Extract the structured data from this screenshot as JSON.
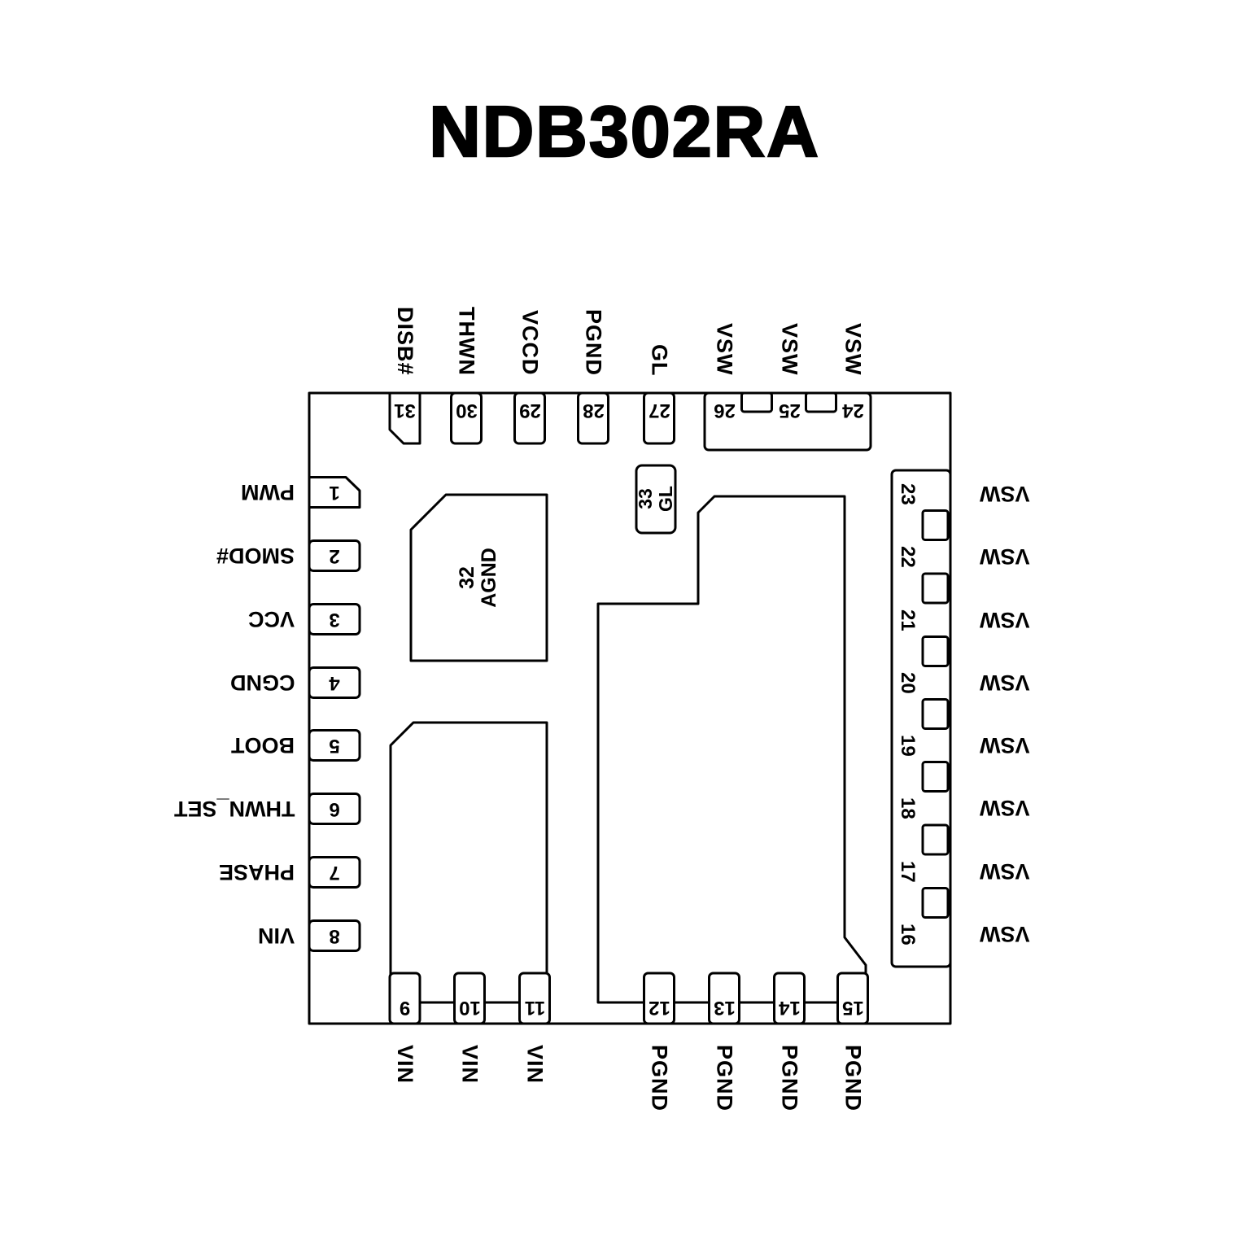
{
  "title": "NDB302RA",
  "package": {
    "top_pins": [
      {
        "number": "31",
        "label": "DISB#"
      },
      {
        "number": "30",
        "label": "THWN"
      },
      {
        "number": "29",
        "label": "VCCD"
      },
      {
        "number": "28",
        "label": "PGND"
      },
      {
        "number": "27",
        "label": "GL"
      },
      {
        "number": "26",
        "label": "VSW"
      },
      {
        "number": "25",
        "label": "VSW"
      },
      {
        "number": "24",
        "label": "VSW"
      }
    ],
    "left_pins": [
      {
        "number": "1",
        "label": "PWM"
      },
      {
        "number": "2",
        "label": "SMOD#"
      },
      {
        "number": "3",
        "label": "VCC"
      },
      {
        "number": "4",
        "label": "CGND"
      },
      {
        "number": "5",
        "label": "BOOT"
      },
      {
        "number": "6",
        "label": "THWN_SET"
      },
      {
        "number": "7",
        "label": "PHASE"
      },
      {
        "number": "8",
        "label": "VIN"
      }
    ],
    "bottom_pins": [
      {
        "number": "9",
        "label": "VIN"
      },
      {
        "number": "10",
        "label": "VIN"
      },
      {
        "number": "11",
        "label": "VIN"
      },
      {
        "number": "12",
        "label": "PGND"
      },
      {
        "number": "13",
        "label": "PGND"
      },
      {
        "number": "14",
        "label": "PGND"
      },
      {
        "number": "15",
        "label": "PGND"
      }
    ],
    "right_pins": [
      {
        "number": "23",
        "label": "VSW"
      },
      {
        "number": "22",
        "label": "VSW"
      },
      {
        "number": "21",
        "label": "VSW"
      },
      {
        "number": "20",
        "label": "VSW"
      },
      {
        "number": "19",
        "label": "VSW"
      },
      {
        "number": "18",
        "label": "VSW"
      },
      {
        "number": "17",
        "label": "VSW"
      },
      {
        "number": "16",
        "label": "VSW"
      }
    ],
    "center_pads": [
      {
        "number": "32",
        "label": "AGND"
      },
      {
        "number": "33",
        "label": "GL"
      }
    ]
  },
  "colors": {
    "line": "#000000",
    "background": "#ffffff"
  }
}
